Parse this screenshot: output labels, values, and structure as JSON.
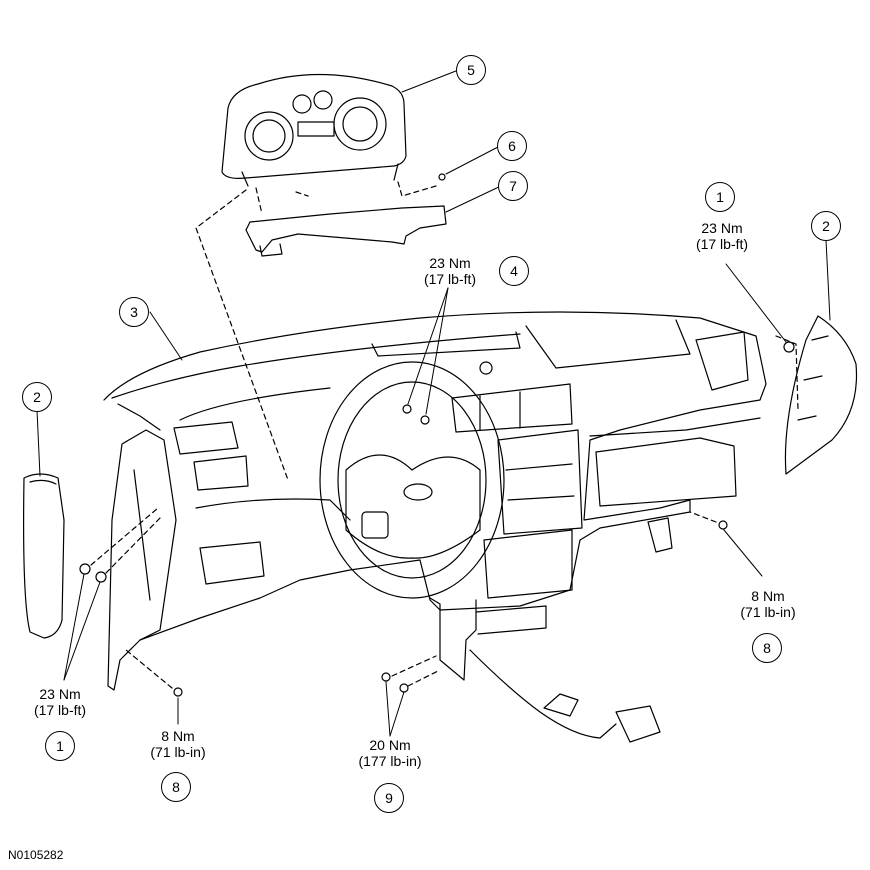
{
  "figure_id": "N0105282",
  "callouts": {
    "c1_left": "1",
    "c1_right": "1",
    "c2_left": "2",
    "c2_right": "2",
    "c3": "3",
    "c4": "4",
    "c5": "5",
    "c6": "6",
    "c7": "7",
    "c8_left": "8",
    "c8_right": "8",
    "c9": "9"
  },
  "torque_specs": {
    "spec_1_right": {
      "metric": "23 Nm",
      "imperial": "(17 lb-ft)"
    },
    "spec_1_left": {
      "metric": "23 Nm",
      "imperial": "(17 lb-ft)"
    },
    "spec_4": {
      "metric": "23 Nm",
      "imperial": "(17 lb-ft)"
    },
    "spec_8_left": {
      "metric": "8 Nm",
      "imperial": "(71 lb-in)"
    },
    "spec_8_right": {
      "metric": "8 Nm",
      "imperial": "(71 lb-in)"
    },
    "spec_9": {
      "metric": "20 Nm",
      "imperial": "(177 lb-in)"
    }
  }
}
